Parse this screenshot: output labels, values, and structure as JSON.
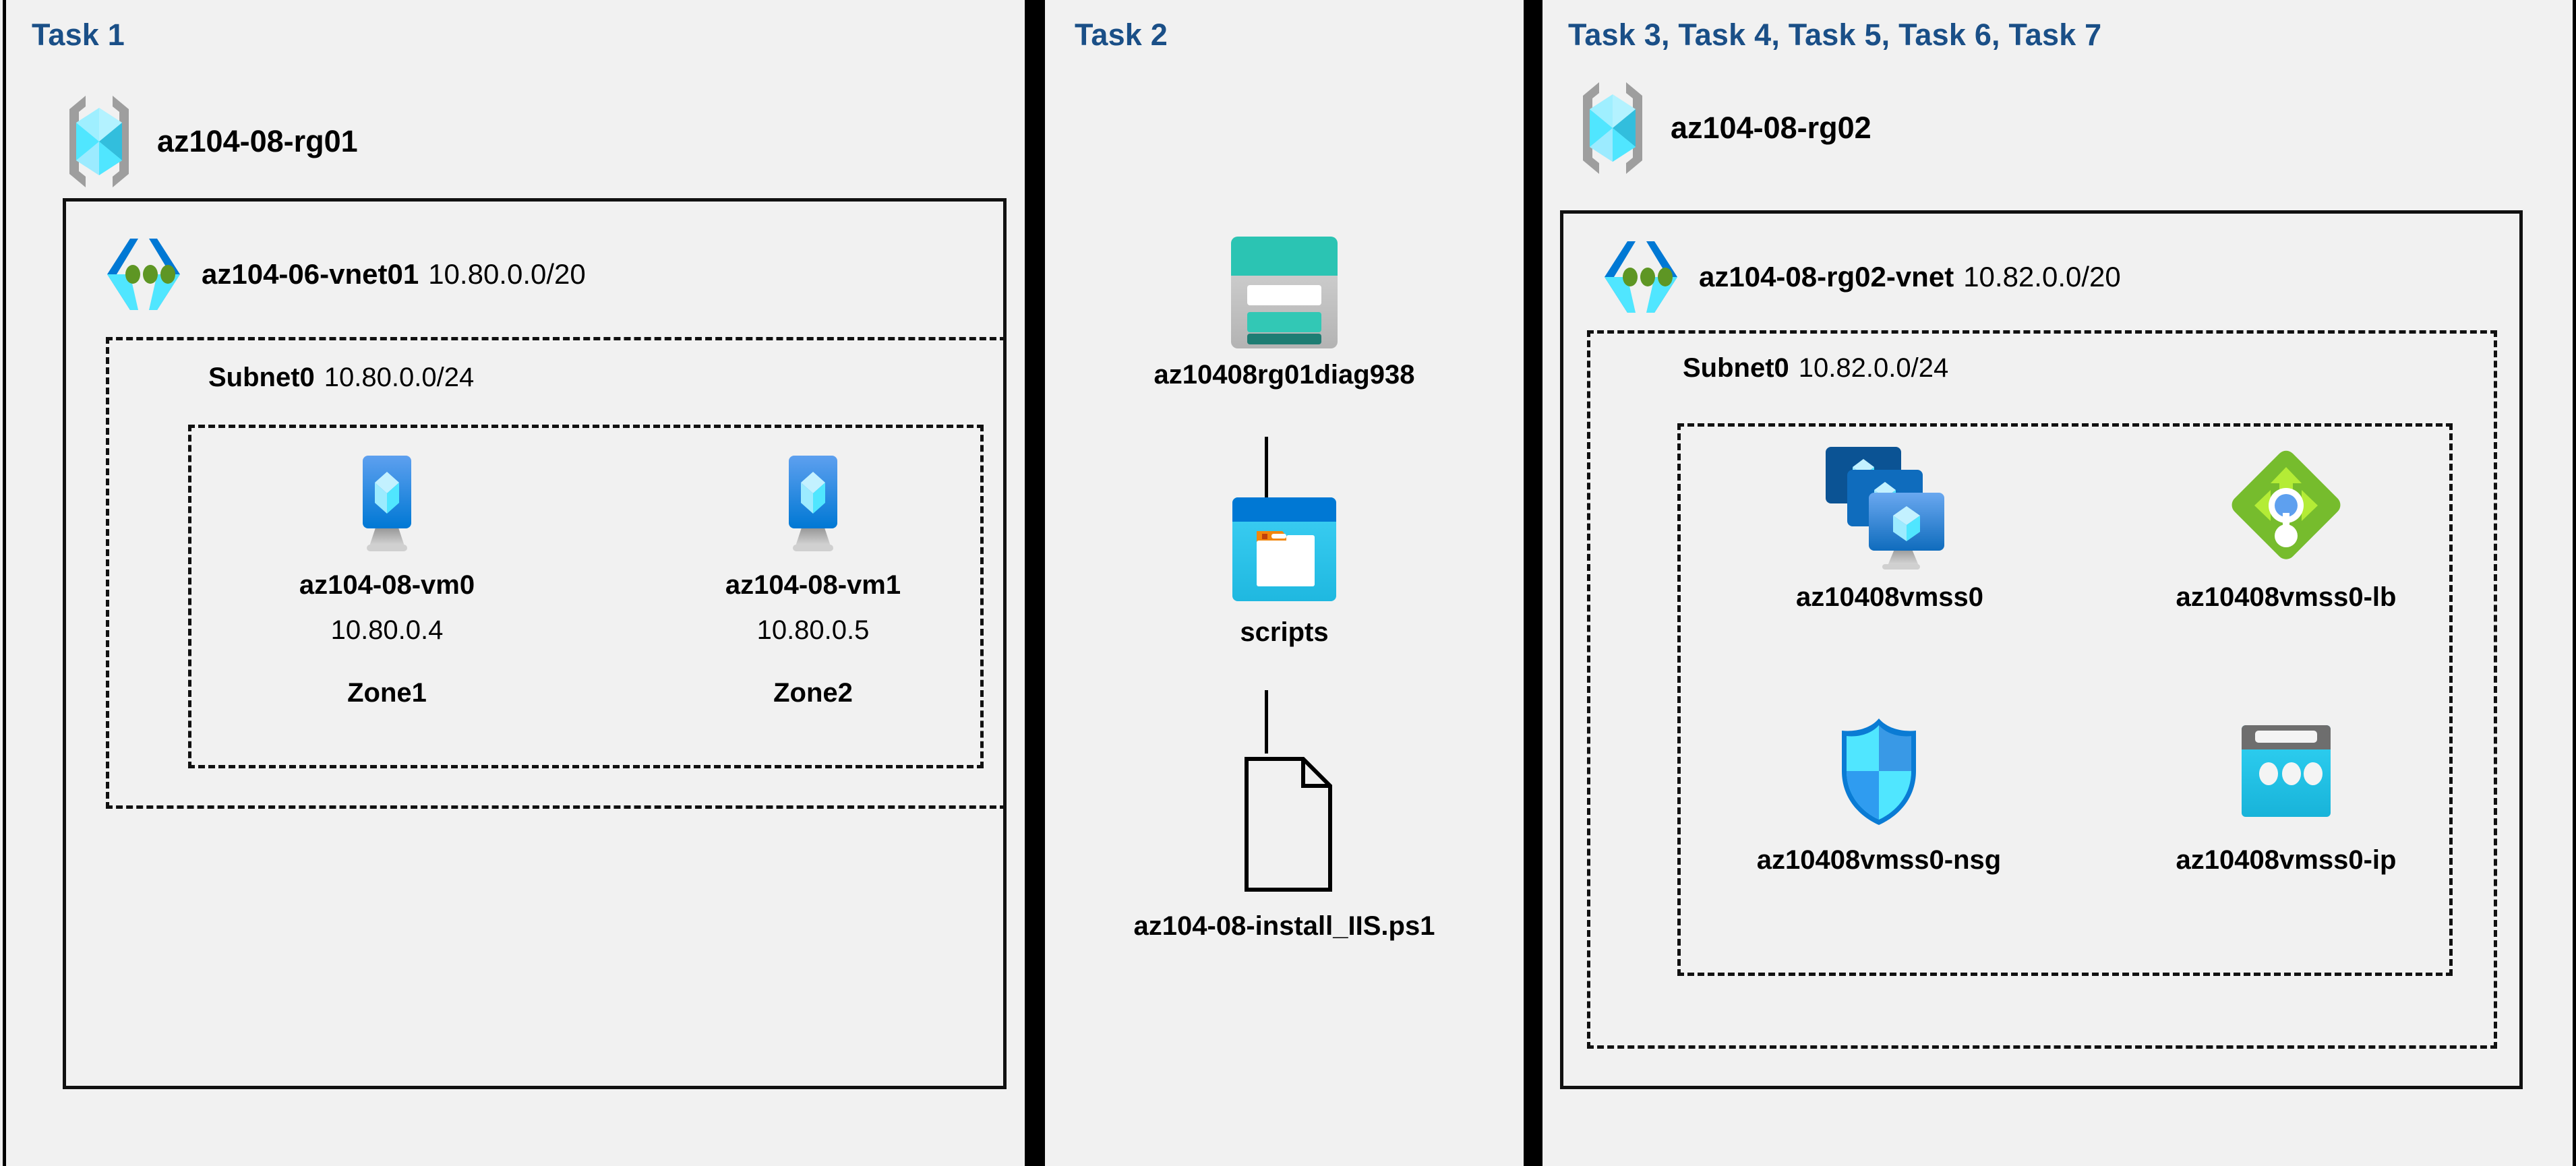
{
  "panels": {
    "task1": {
      "title": "Task 1",
      "resource_group": {
        "name": "az104-08-rg01",
        "icon": "resource-group-icon"
      },
      "vnet": {
        "name": "az104-06-vnet01",
        "cidr": "10.80.0.0/20",
        "icon": "virtual-network-icon"
      },
      "subnet": {
        "name": "Subnet0",
        "cidr": "10.80.0.0/24"
      },
      "vms": [
        {
          "name": "az104-08-vm0",
          "ip": "10.80.0.4",
          "zone": "Zone1",
          "icon": "virtual-machine-icon"
        },
        {
          "name": "az104-08-vm1",
          "ip": "10.80.0.5",
          "zone": "Zone2",
          "icon": "virtual-machine-icon"
        }
      ]
    },
    "task2": {
      "title": "Task 2",
      "nodes": [
        {
          "name": "az10408rg01diag938",
          "icon": "storage-account-icon"
        },
        {
          "name": "scripts",
          "icon": "blob-container-icon"
        },
        {
          "name": "az104-08-install_IIS.ps1",
          "icon": "file-icon"
        }
      ]
    },
    "task3": {
      "title": "Task 3, Task 4, Task 5, Task 6, Task 7",
      "resource_group": {
        "name": "az104-08-rg02",
        "icon": "resource-group-icon"
      },
      "vnet": {
        "name": "az104-08-rg02-vnet",
        "cidr": "10.82.0.0/20",
        "icon": "virtual-network-icon"
      },
      "subnet": {
        "name": "Subnet0",
        "cidr": "10.82.0.0/24"
      },
      "resources": [
        {
          "name": "az10408vmss0",
          "icon": "vm-scale-set-icon"
        },
        {
          "name": "az10408vmss0-lb",
          "icon": "load-balancer-icon"
        },
        {
          "name": "az10408vmss0-nsg",
          "icon": "network-security-group-icon"
        },
        {
          "name": "az10408vmss0-ip",
          "icon": "public-ip-address-icon"
        }
      ]
    }
  },
  "colors": {
    "background": "#f1f1f1",
    "task_title": "#1a4f87",
    "border": "#111111",
    "separator": "#000000",
    "azure_blue": "#0078d4",
    "azure_cyan": "#50e6ff",
    "vm_blue_top": "#5ea0ef",
    "vm_blue_bottom": "#0078d4",
    "storage_teal": "#2bc4b3",
    "storage_teal_dark": "#1e7d73",
    "lb_green": "#76bc2d",
    "lb_green_light": "#b4ec36",
    "nsg_blue": "#3999e6",
    "grey_bracket": "#949494"
  }
}
